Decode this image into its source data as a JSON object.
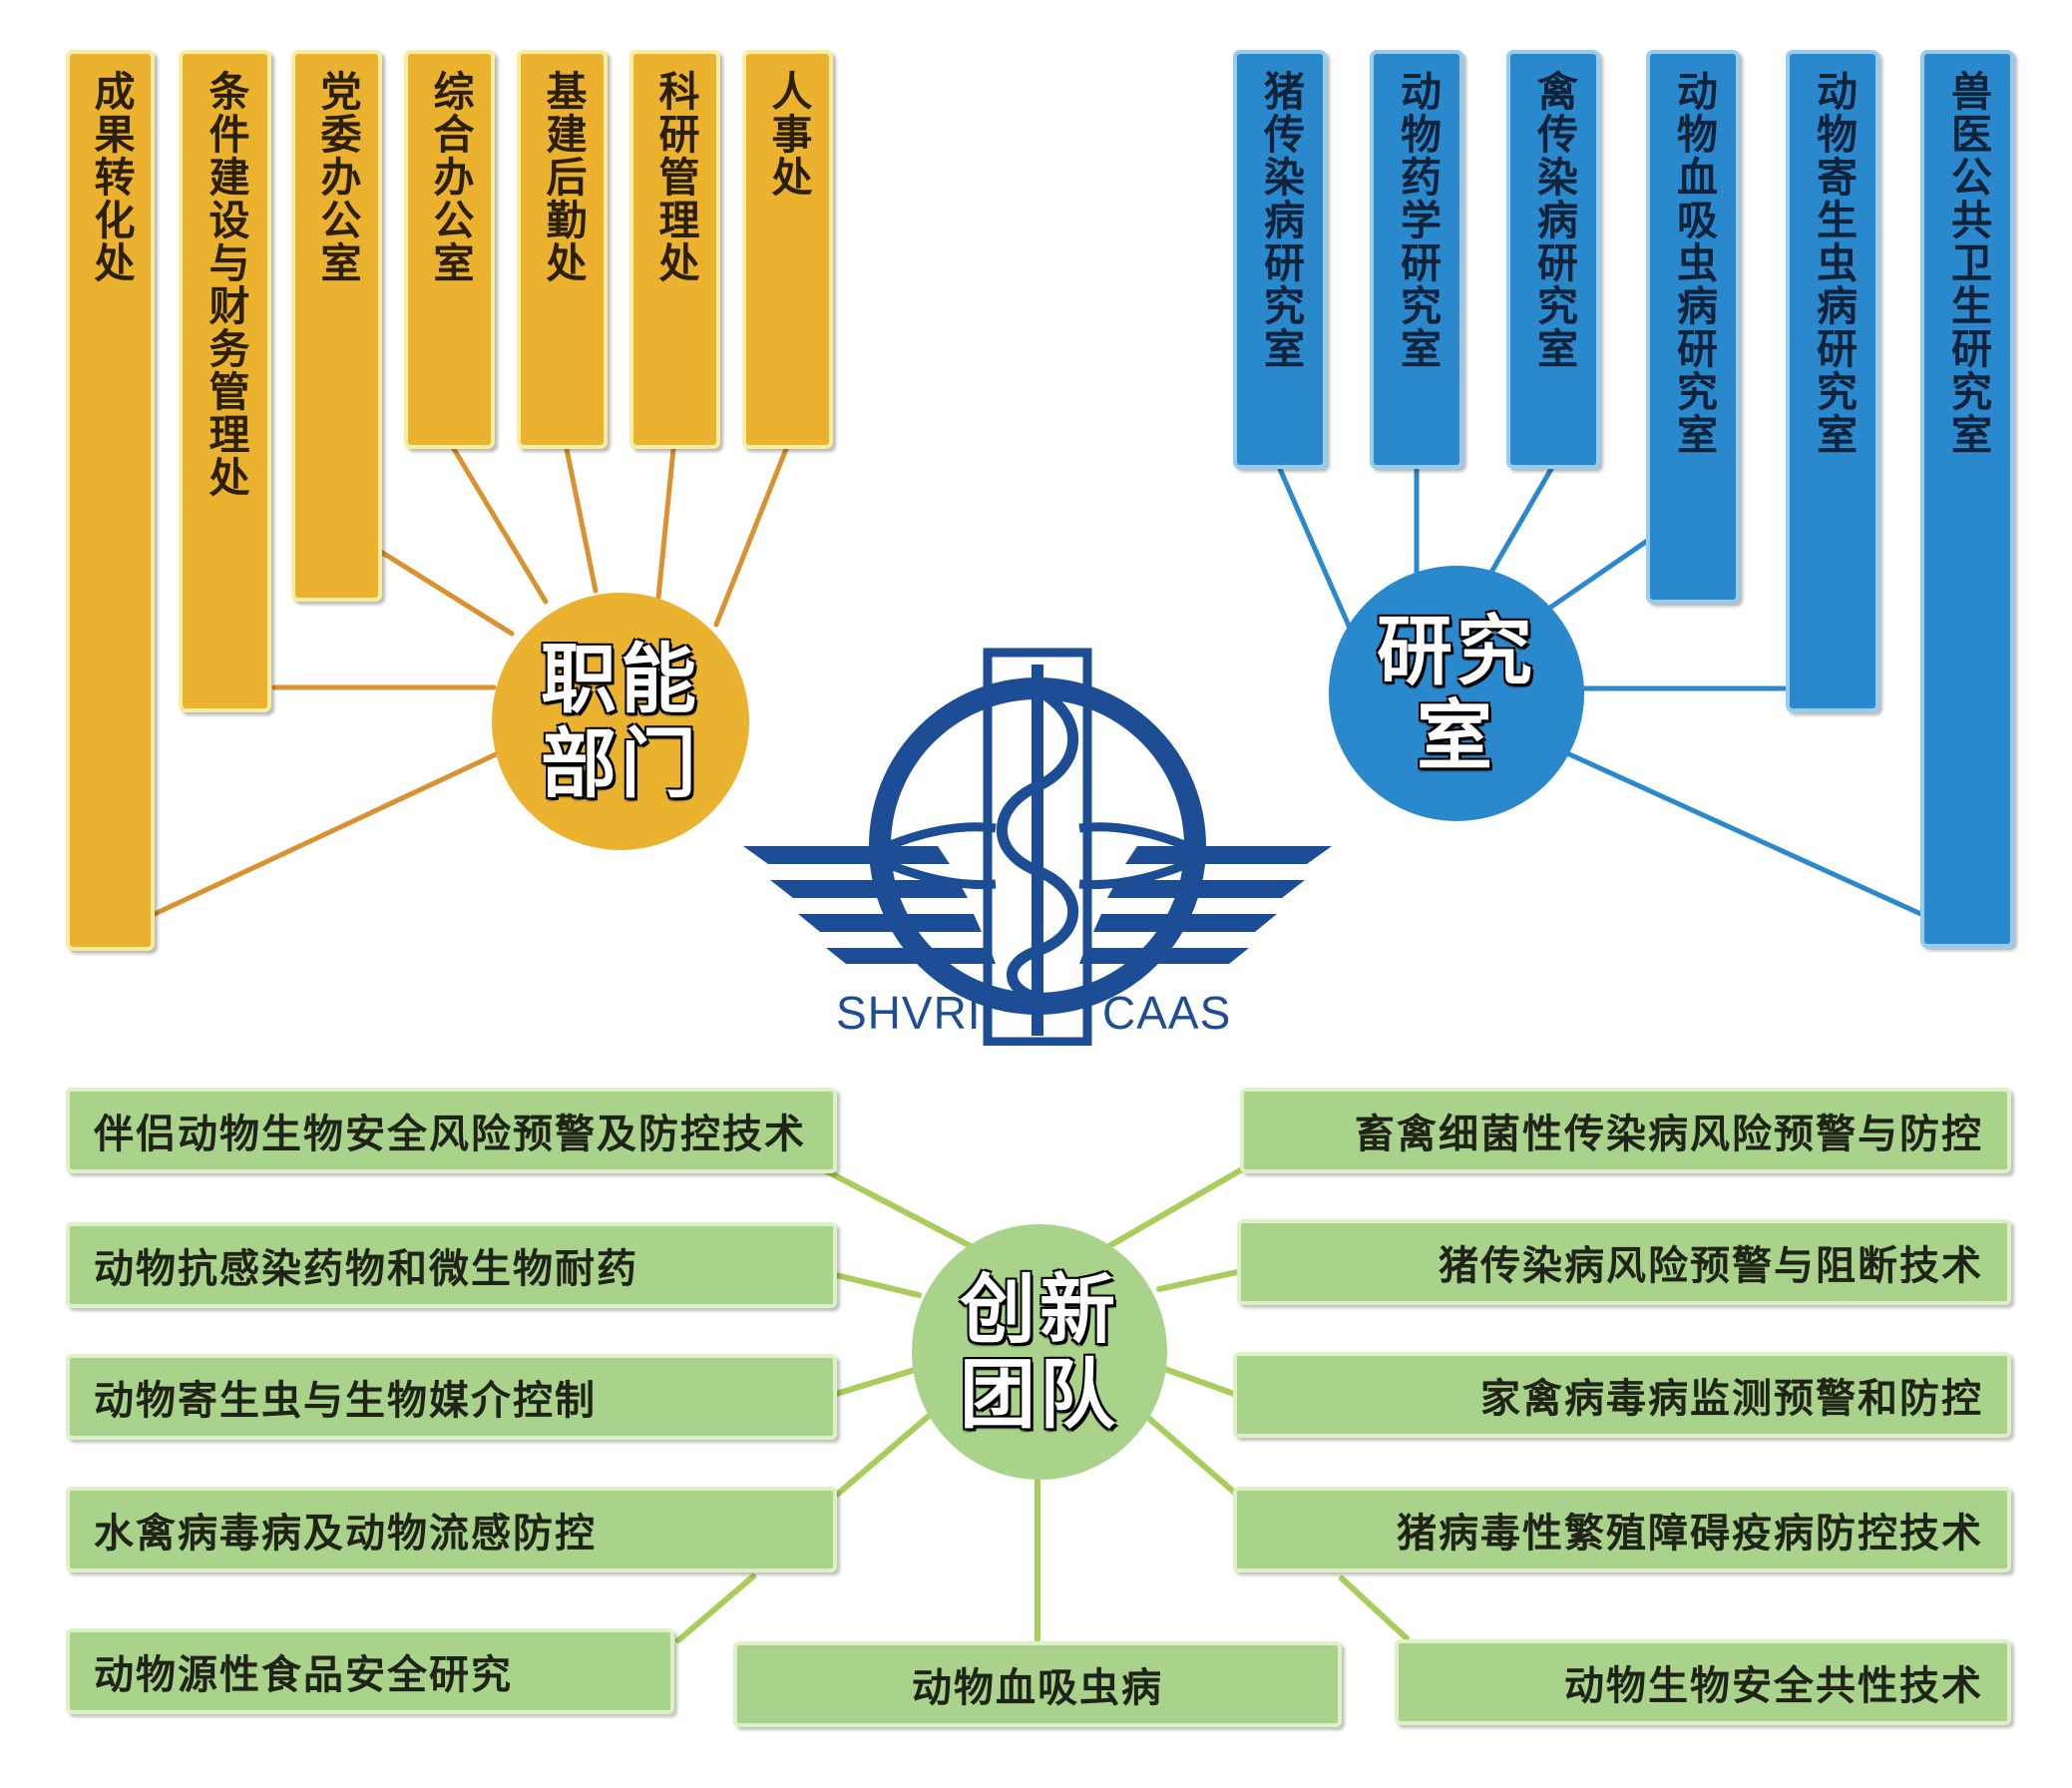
{
  "functional": {
    "hub_label": "职能部门",
    "items": [
      "成果转化处",
      "条件建设与财务管理处",
      "党委办公室",
      "综合办公室",
      "基建后勤处",
      "科研管理处",
      "人事处"
    ]
  },
  "labs": {
    "hub_label": "研究室",
    "items": [
      "猪传染病研究室",
      "动物药学研究室",
      "禽传染病研究室",
      "动物血吸虫病研究室",
      "动物寄生虫病研究室",
      "兽医公共卫生研究室"
    ]
  },
  "teams": {
    "hub_label": "创新团队",
    "items": [
      "伴侣动物生物安全风险预警及防控技术",
      "动物抗感染药物和微生物耐药",
      "动物寄生虫与生物媒介控制",
      "水禽病毒病及动物流感防控",
      "动物源性食品安全研究",
      "动物血吸虫病",
      "畜禽细菌性传染病风险预警与防控",
      "猪传染病风险预警与阻断技术",
      "家禽病毒病监测预警和防控",
      "猪病毒性繁殖障碍疫病防控技术",
      "动物生物安全共性技术"
    ]
  },
  "logo": {
    "left_text": "SHVRI",
    "right_text": "CAAS"
  },
  "colors": {
    "functional": "#ebb22f",
    "labs": "#2a88cc",
    "teams": "#a9d38b",
    "logo": "#1d4e95"
  }
}
